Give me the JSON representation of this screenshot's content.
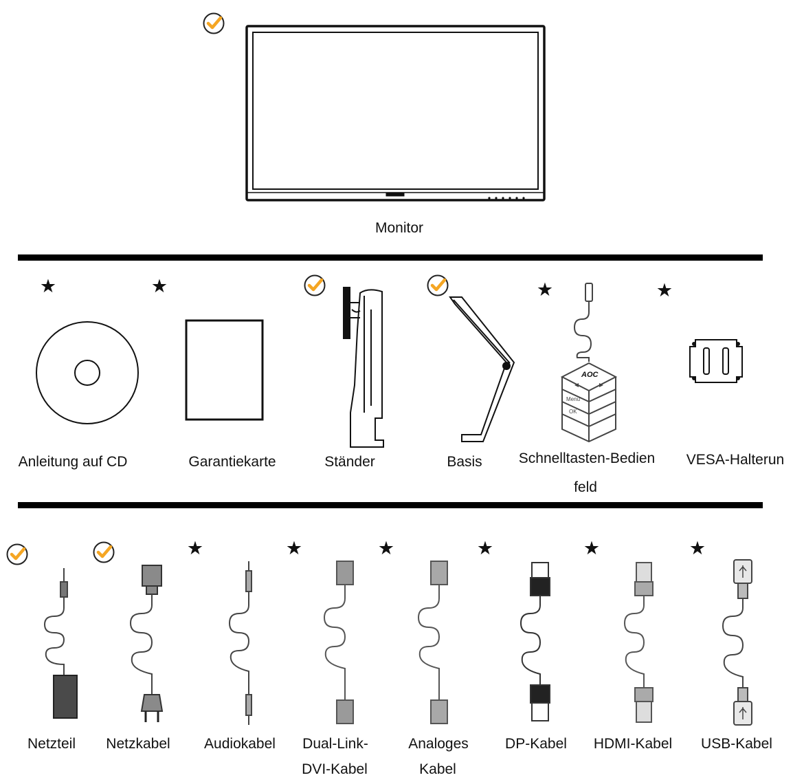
{
  "monitor": {
    "label": "Monitor",
    "mark": "check"
  },
  "row2": [
    {
      "id": "cd",
      "label": "Anleitung auf CD",
      "mark": "star",
      "icon": "cd-icon"
    },
    {
      "id": "warranty",
      "label": "Garantiekarte",
      "mark": "star",
      "icon": "warranty-card-icon"
    },
    {
      "id": "stand",
      "label": "Ständer",
      "mark": "check",
      "icon": "stand-icon"
    },
    {
      "id": "base",
      "label": "Basis",
      "mark": "check",
      "icon": "base-icon"
    },
    {
      "id": "keypad",
      "label_line1": "Schnelltasten-Bedien",
      "label_line2": "feld",
      "mark": "star",
      "icon": "quick-switch-keypad-icon",
      "brand": "AOC",
      "keys": [
        "Menu",
        "OK"
      ]
    },
    {
      "id": "vesa",
      "label": "VESA-Halterun",
      "mark": "star",
      "icon": "vesa-bracket-icon"
    }
  ],
  "row3": [
    {
      "id": "adapter",
      "label": "Netzteil",
      "mark": "check",
      "icon": "power-adapter-icon"
    },
    {
      "id": "powercord",
      "label": "Netzkabel",
      "mark": "check",
      "icon": "power-cord-icon"
    },
    {
      "id": "audio",
      "label": "Audiokabel",
      "mark": "star",
      "icon": "audio-cable-icon"
    },
    {
      "id": "dvi",
      "label_line1": "Dual-Link-",
      "label_line2": "DVI-Kabel",
      "mark": "star",
      "icon": "dvi-cable-icon"
    },
    {
      "id": "vga",
      "label_line1": "Analoges",
      "label_line2": "Kabel",
      "mark": "star",
      "icon": "vga-cable-icon"
    },
    {
      "id": "dp",
      "label": "DP-Kabel",
      "mark": "star",
      "icon": "dp-cable-icon"
    },
    {
      "id": "hdmi",
      "label": "HDMI-Kabel",
      "mark": "star",
      "icon": "hdmi-cable-icon"
    },
    {
      "id": "usb",
      "label": "USB-Kabel",
      "mark": "star",
      "icon": "usb-cable-icon"
    }
  ],
  "symbols": {
    "star": "★"
  },
  "colors": {
    "check": "#f5a623",
    "line": "#111111",
    "divider": "#000000",
    "plug": "#8a8a8a"
  }
}
